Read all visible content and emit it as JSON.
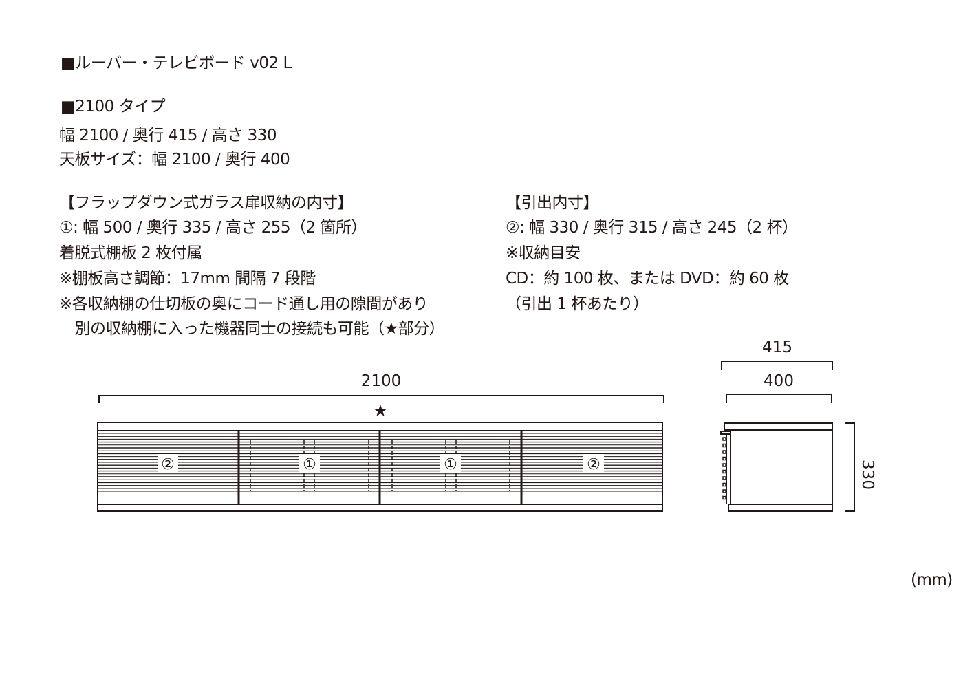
{
  "title": "■ルーバー・テレビボード v02 L",
  "type_heading": "■2100 タイプ",
  "size_line": "幅 2100 / 奥行 415 / 高さ 330",
  "top_size_line": "天板サイズ：幅 2100 / 奥行 400",
  "left_section": {
    "heading": "【フラップダウン式ガラス扉収納の内寸】",
    "lines": [
      "①: 幅 500 / 奥行 335 / 高さ 255（2 箇所）",
      "着脱式棚板 2 枚付属",
      "※棚板高さ調節：17mm 間隔 7 段階",
      "※各収納棚の仕切板の奥にコード通し用の隙間があり",
      "　別の収納棚に入った機器同士の接続も可能（★部分）"
    ]
  },
  "right_section": {
    "heading": "【引出内寸】",
    "lines": [
      "②: 幅 330 / 奥行 315 / 高さ 245（2 杯）",
      "※収納目安",
      "CD：約 100 枚、または DVD：約 60 枚",
      "（引出 1 杯あたり）"
    ]
  },
  "drawing": {
    "front_width_label": "2100",
    "star_label": "★",
    "compartment_labels": [
      "②",
      "①",
      "①",
      "②"
    ],
    "side_depth_label": "415",
    "side_top_label": "400",
    "side_height_label": "330"
  },
  "unit_label": "(mm)"
}
